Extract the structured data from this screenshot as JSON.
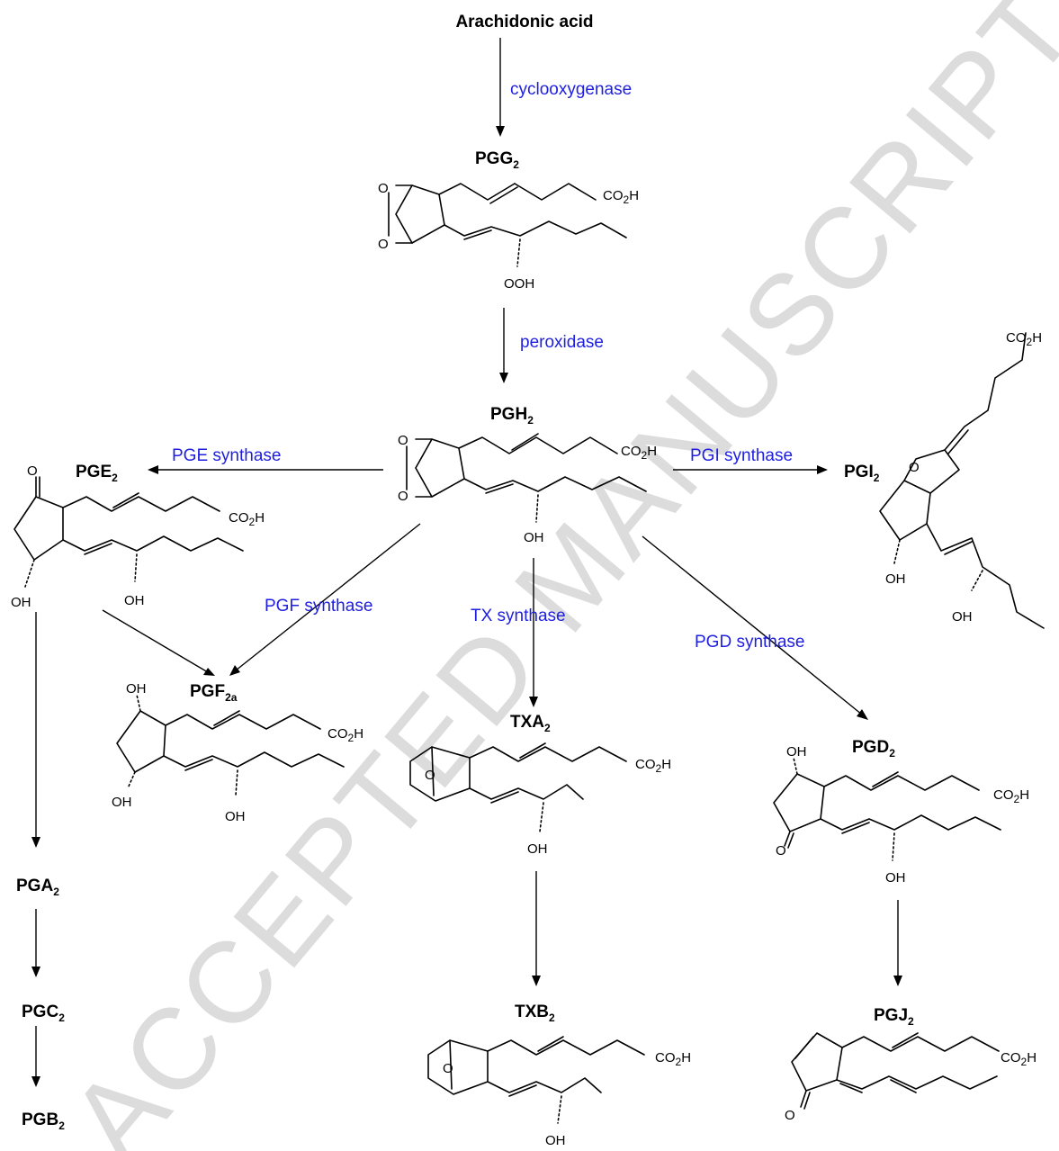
{
  "watermark": "ACCEPTED MANUSCRIPT",
  "compounds": {
    "aa": "Arachidonic acid",
    "pgg": {
      "base": "PGG",
      "sub": "2"
    },
    "pgh": {
      "base": "PGH",
      "sub": "2"
    },
    "pge": {
      "base": "PGE",
      "sub": "2"
    },
    "pgi": {
      "base": "PGI",
      "sub": "2"
    },
    "pgf": {
      "base": "PGF",
      "sub": "2a"
    },
    "txa": {
      "base": "TXA",
      "sub": "2"
    },
    "pgd": {
      "base": "PGD",
      "sub": "2"
    },
    "pga": {
      "base": "PGA",
      "sub": "2"
    },
    "pgc": {
      "base": "PGC",
      "sub": "2"
    },
    "pgb": {
      "base": "PGB",
      "sub": "2"
    },
    "txb": {
      "base": "TXB",
      "sub": "2"
    },
    "pgj": {
      "base": "PGJ",
      "sub": "2"
    }
  },
  "enzymes": {
    "cox": "cyclooxygenase",
    "perox": "peroxidase",
    "pges": "PGE synthase",
    "pgis": "PGI synthase",
    "pgfs": "PGF synthase",
    "txs": "TX synthase",
    "pgds": "PGD synthase"
  },
  "atoms": {
    "o": "O",
    "oh": "OH",
    "ooh": "OOH",
    "co2h": {
      "pre": "CO",
      "sub": "2",
      "post": "H"
    }
  }
}
